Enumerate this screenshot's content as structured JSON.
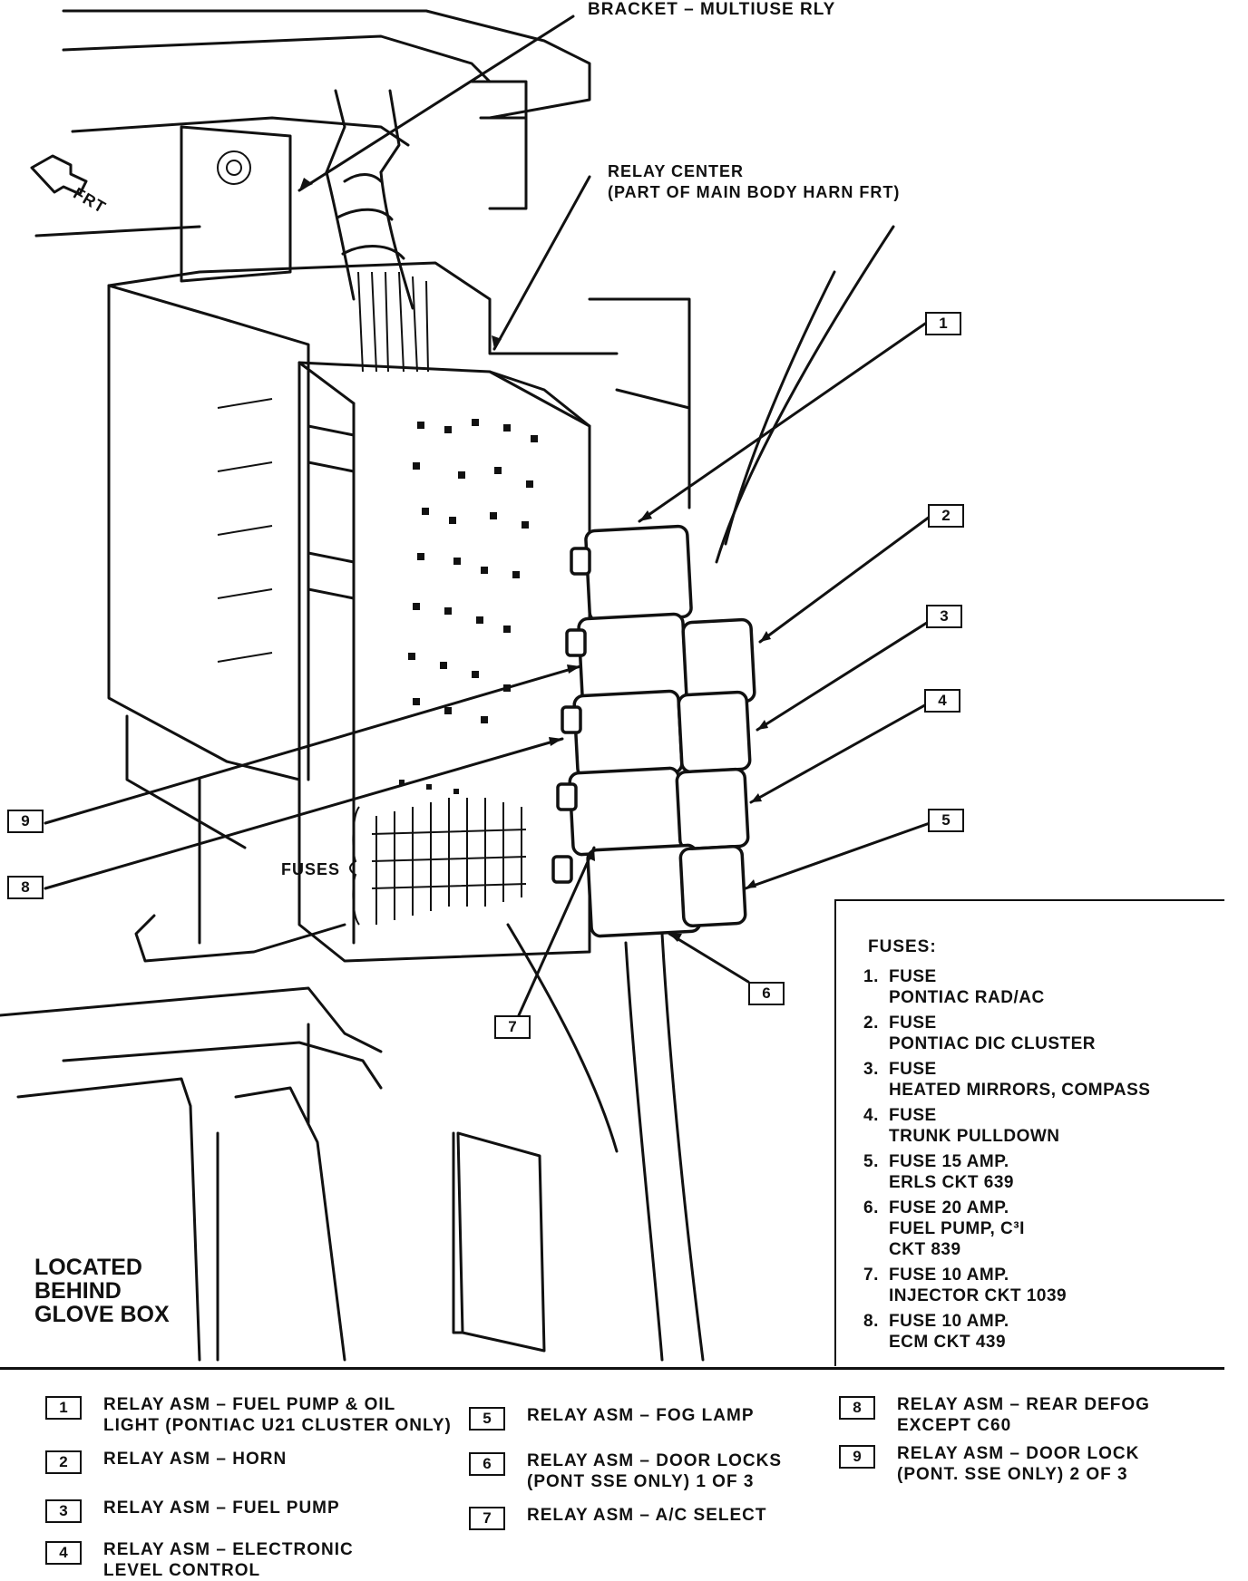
{
  "labels": {
    "bracket": "BRACKET  –  MULTIUSE RLY",
    "relay_center_line1": "RELAY CENTER",
    "relay_center_line2": "(PART OF MAIN BODY HARN FRT)",
    "front_arrow": "FRT",
    "fuses_label": "FUSES",
    "located": [
      "LOCATED",
      "BEHIND",
      "GLOVE BOX"
    ]
  },
  "callouts": [
    "1",
    "2",
    "3",
    "4",
    "5",
    "6",
    "7",
    "8",
    "9"
  ],
  "fuse_panel": {
    "title": "FUSES:",
    "items": [
      {
        "num": "1.",
        "lines": [
          "FUSE",
          "PONTIAC RAD/AC"
        ]
      },
      {
        "num": "2.",
        "lines": [
          "FUSE",
          "PONTIAC DIC CLUSTER"
        ]
      },
      {
        "num": "3.",
        "lines": [
          "FUSE",
          "HEATED MIRRORS, COMPASS"
        ]
      },
      {
        "num": "4.",
        "lines": [
          "FUSE",
          "TRUNK PULLDOWN"
        ]
      },
      {
        "num": "5.",
        "lines": [
          "FUSE 15 AMP.",
          "ERLS CKT 639"
        ]
      },
      {
        "num": "6.",
        "lines": [
          "FUSE 20 AMP.",
          "FUEL PUMP, C³I",
          "CKT 839"
        ]
      },
      {
        "num": "7.",
        "lines": [
          "FUSE 10 AMP.",
          "INJECTOR CKT 1039"
        ]
      },
      {
        "num": "8.",
        "lines": [
          "FUSE 10 AMP.",
          "ECM CKT 439"
        ]
      }
    ]
  },
  "legend": [
    {
      "num": "1",
      "lines": [
        "RELAY ASM  –  FUEL PUMP & OIL",
        "LIGHT (PONTIAC U21 CLUSTER ONLY)"
      ]
    },
    {
      "num": "2",
      "lines": [
        "RELAY ASM  –  HORN"
      ]
    },
    {
      "num": "3",
      "lines": [
        "RELAY ASM  –  FUEL PUMP"
      ]
    },
    {
      "num": "4",
      "lines": [
        "RELAY ASM  –  ELECTRONIC",
        "LEVEL CONTROL"
      ]
    },
    {
      "num": "5",
      "lines": [
        "RELAY ASM  –  FOG LAMP"
      ]
    },
    {
      "num": "6",
      "lines": [
        "RELAY ASM  –  DOOR LOCKS",
        "(PONT SSE ONLY) 1 OF 3"
      ]
    },
    {
      "num": "7",
      "lines": [
        "RELAY ASM  –  A/C SELECT"
      ]
    },
    {
      "num": "8",
      "lines": [
        "RELAY ASM  –  REAR DEFOG",
        "EXCEPT C60"
      ]
    },
    {
      "num": "9",
      "lines": [
        "RELAY ASM  –  DOOR LOCK",
        "(PONT. SSE ONLY) 2 OF 3"
      ]
    }
  ]
}
